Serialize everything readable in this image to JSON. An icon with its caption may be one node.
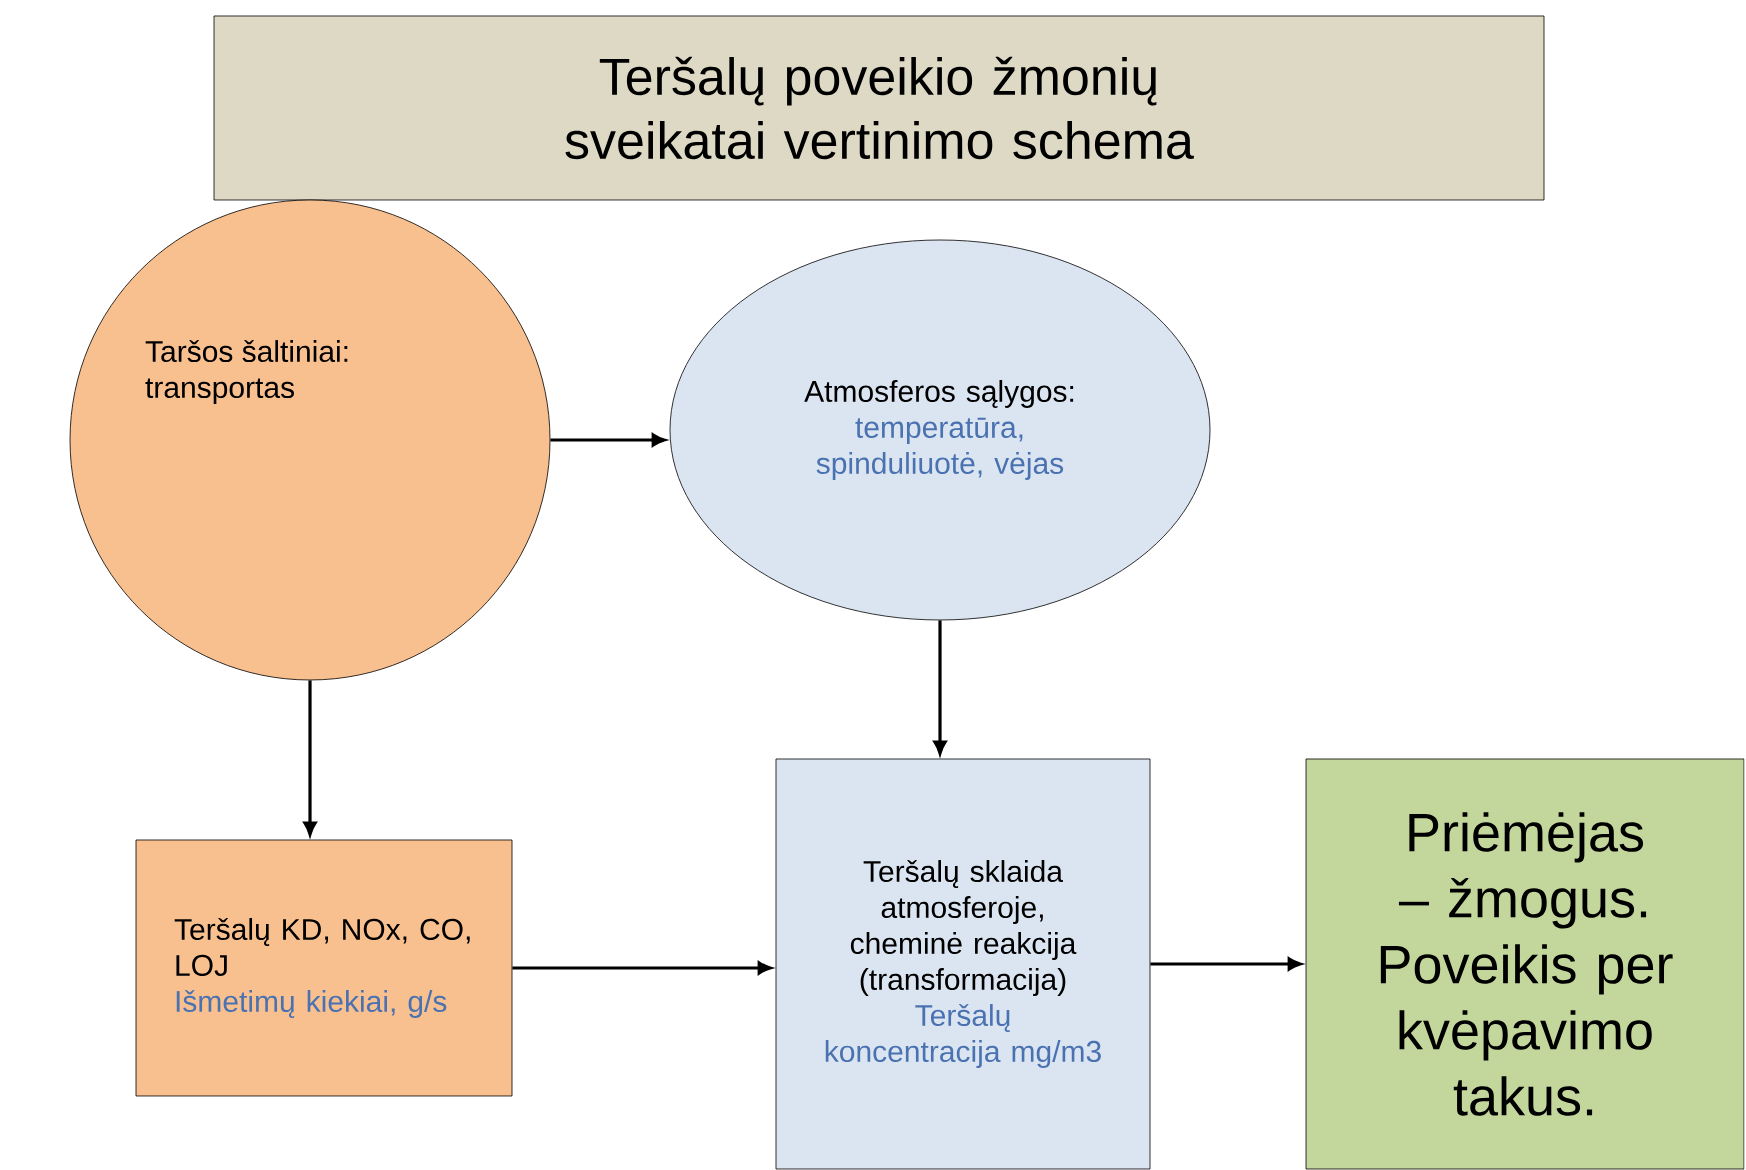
{
  "diagram": {
    "nodes": [
      {
        "text": [
          "Teršalų poveikio žmonių sveikatai vertinimo schema"
        ]
      },
      {
        "text": [
          "Taršos šaltiniai: transportas"
        ]
      },
      {
        "text": [
          "Atmosferos sąlygos:",
          "temperatūra, spinduliuotė, vėjas"
        ]
      },
      {
        "text": [
          "Teršalų KD, NOx, CO, LOJ",
          "Išmetimų kiekiai, g/s"
        ]
      },
      {
        "text": [
          "Teršalų sklaida atmosferoje, cheminė reakcija (transformacija)",
          "Teršalų koncentracija mg/m3"
        ]
      },
      {
        "text": [
          "Priėmėjas – žmogus. Poveikis per kvėpavimo takus."
        ]
      }
    ],
    "edges": [
      {
        "from": 1,
        "to": 2,
        "arrow": "to"
      },
      {
        "from": 1,
        "to": 3,
        "arrow": "to"
      },
      {
        "from": 2,
        "to": 4,
        "arrow": "to"
      },
      {
        "from": 3,
        "to": 4,
        "arrow": "to"
      },
      {
        "from": 4,
        "to": 5,
        "arrow": "to"
      }
    ]
  }
}
